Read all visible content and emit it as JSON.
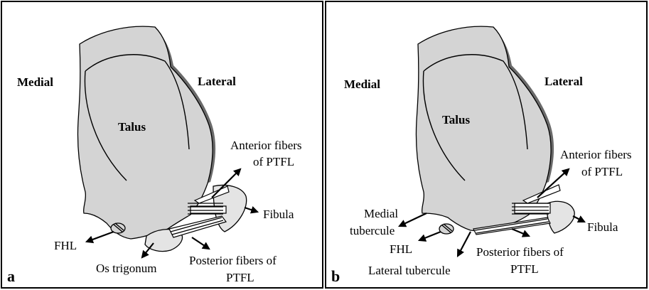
{
  "panel_a": {
    "letter": "a",
    "medial": "Medial",
    "lateral": "Lateral",
    "talus": "Talus",
    "anterior_fibers_1": "Anterior fibers",
    "anterior_fibers_2": "of PTFL",
    "fibula": "Fibula",
    "fhl": "FHL",
    "os_trigonum": "Os trigonum",
    "posterior_fibers_1": "Posterior fibers of",
    "posterior_fibers_2": "PTFL"
  },
  "panel_b": {
    "letter": "b",
    "medial": "Medial",
    "lateral": "Lateral",
    "talus": "Talus",
    "anterior_fibers_1": "Anterior fibers",
    "anterior_fibers_2": "of PTFL",
    "fibula": "Fibula",
    "medial_tubercule_1": "Medial",
    "medial_tubercule_2": "tubercule",
    "fhl": "FHL",
    "lateral_tubercule": "Lateral tubercule",
    "posterior_fibers_1": "Posterior fibers of",
    "posterior_fibers_2": "PTFL"
  }
}
